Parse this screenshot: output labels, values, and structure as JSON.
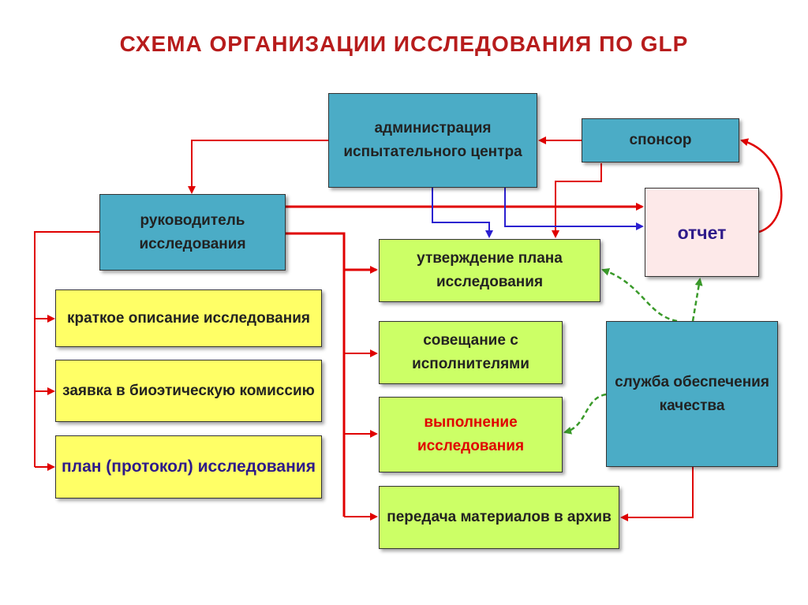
{
  "title": "СХЕМА ОРГАНИЗАЦИИ ИССЛЕДОВАНИЯ ПО GLP",
  "nodes": {
    "admin": "администрация испытательного центра",
    "sponsor": "спонсор",
    "head": "руководитель исследования",
    "report": "отчет",
    "summary": "краткое описание исследования",
    "bioethics": "заявка в биоэтическую комиссию",
    "protocol": "план (протокол) исследования",
    "approval": "утверждение плана исследования",
    "meeting": "совещание с исполнителями",
    "execution": "выполнение исследования",
    "archive": "передача материалов в архив",
    "qa": "служба обеспечения качества"
  },
  "colors": {
    "title": "#b71c1c",
    "red_arrow": "#e00000",
    "blue_arrow": "#2b1fd0",
    "green_arrow": "#3a9a2a"
  }
}
